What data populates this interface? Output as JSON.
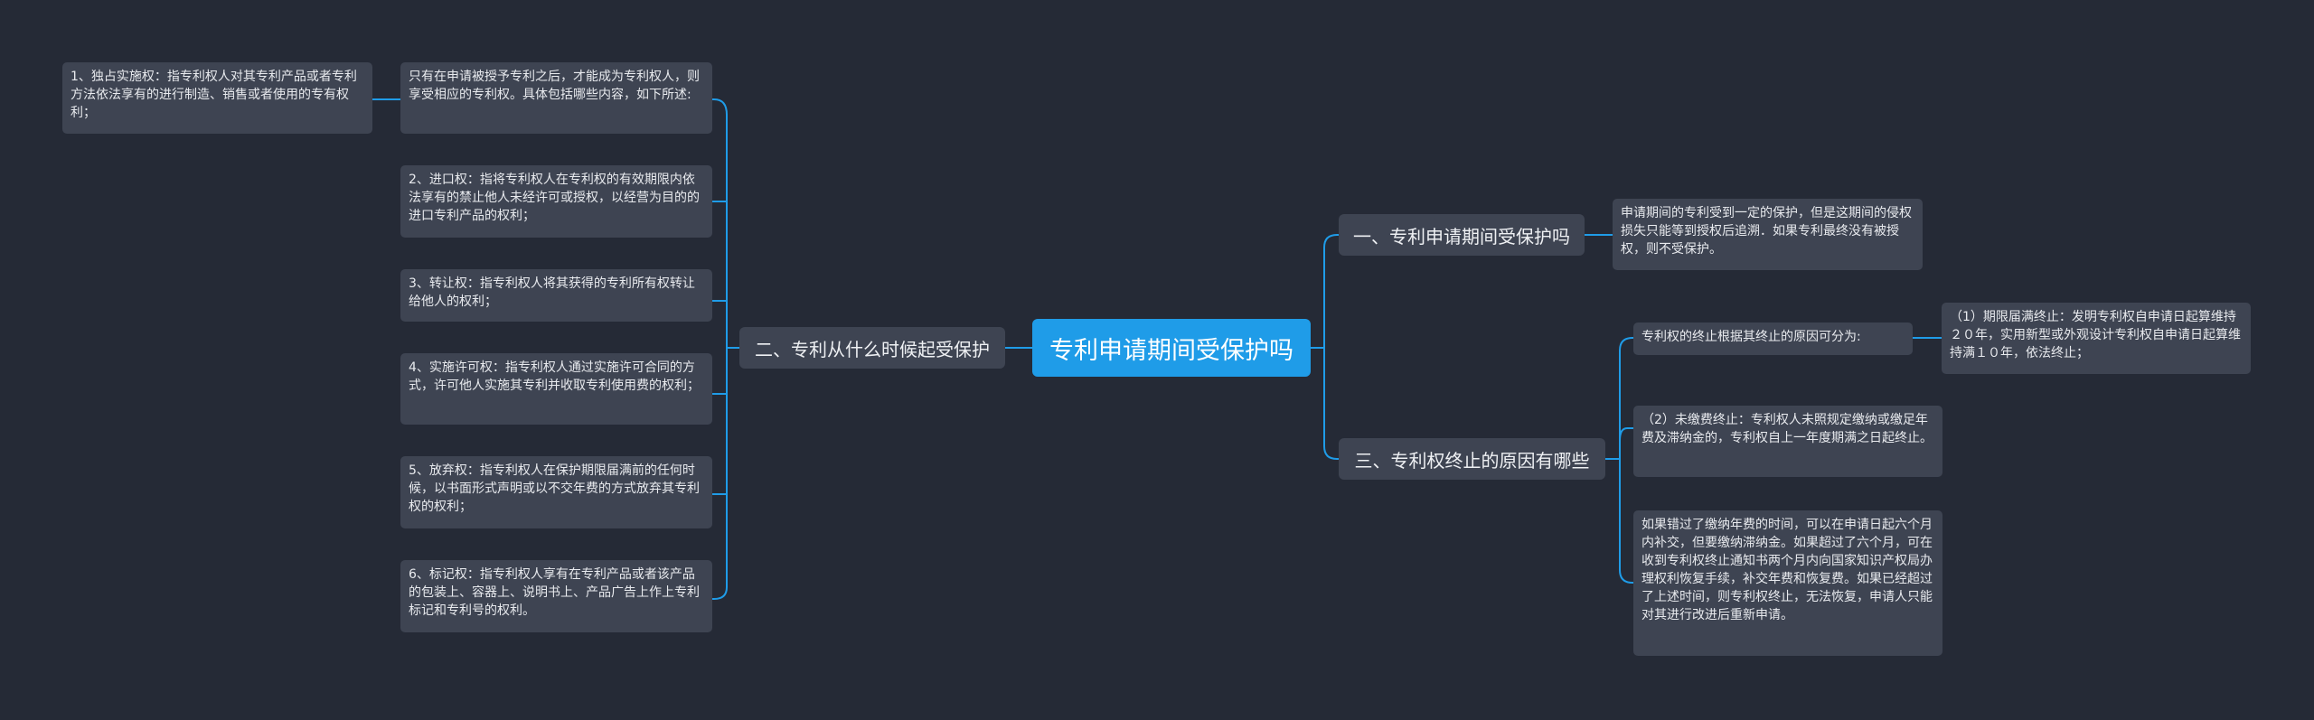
{
  "root": {
    "label": "专利申请期间受保护吗"
  },
  "left_branch": {
    "label": "二、专利从什么时候起受保护",
    "intro": "只有在申请被授予专利之后，才能成为专利权人，则享受相应的专利权。具体包括哪些内容，如下所述:",
    "intro_child": "1、独占实施权：指专利权人对其专利产品或者专利方法依法享有的进行制造、销售或者使用的专有权利；",
    "items": [
      "2、进口权：指将专利权人在专利权的有效期限内依法享有的禁止他人未经许可或授权，以经营为目的的进口专利产品的权利；",
      "3、转让权：指专利权人将其获得的专利所有权转让给他人的权利；",
      "4、实施许可权：指专利权人通过实施许可合同的方式，许可他人实施其专利并收取专利使用费的权利；",
      "5、放弃权：指专利权人在保护期限届满前的任何时候，以书面形式声明或以不交年费的方式放弃其专利权的权利；",
      "6、标记权：指专利权人享有在专利产品或者该产品的包装上、容器上、说明书上、产品广告上作上专利标记和专利号的权利。"
    ]
  },
  "right_branch_1": {
    "label": "一、专利申请期间受保护吗",
    "child": "申请期间的专利受到一定的保护，但是这期间的侵权损失只能等到授权后追溯．如果专利最终没有被授权，则不受保护。"
  },
  "right_branch_3": {
    "label": "三、专利权终止的原因有哪些",
    "child_a": "专利权的终止根据其终止的原因可分为:",
    "child_a_sub": "（1）期限届满终止：发明专利权自申请日起算维持２０年，实用新型或外观设计专利权自申请日起算维持满１０年，依法终止；",
    "child_b": "（2）未缴费终止：专利权人未照规定缴纳或缴足年费及滞纳金的，专利权自上一年度期满之日起终止。",
    "child_c": "如果错过了缴纳年费的时间，可以在申请日起六个月内补交，但要缴纳滞纳金。如果超过了六个月，可在收到专利权终止通知书两个月内向国家知识产权局办理权利恢复手续，补交年费和恢复费。如果已经超过了上述时间，则专利权终止，无法恢复，申请人只能对其进行改进后重新申请。"
  },
  "colors": {
    "background": "#252a36",
    "root": "#1f9ce8",
    "node": "#3e4452",
    "line": "#1f9ce8"
  }
}
